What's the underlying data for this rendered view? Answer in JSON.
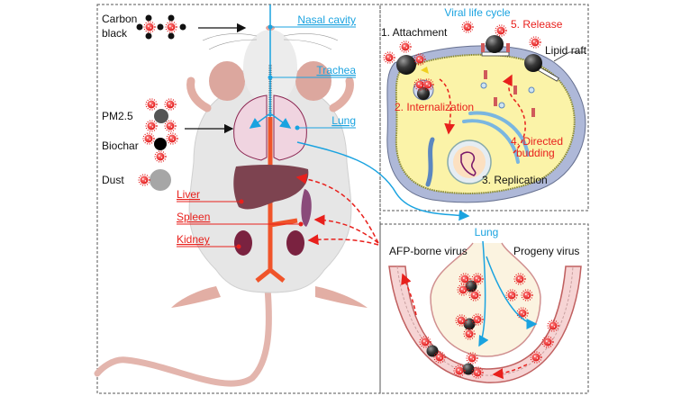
{
  "colors": {
    "blue": "#1aa3e0",
    "red": "#e8201c",
    "text": "#111111",
    "mouse_body": "#e6e6e6",
    "cell_cytoplasm": "#fbf3a8",
    "cell_membrane": "#aeb8d8",
    "vessel": "#f6d4d4"
  },
  "left_panel": {
    "particles": [
      {
        "label_line1": "Carbon",
        "label_line2": "black",
        "icon": "carbon-black-cluster-icon"
      },
      {
        "label_line1": "PM2.5",
        "icon": "pm25-particle-icon"
      },
      {
        "label_line1": "Biochar",
        "icon": "biochar-particle-icon"
      },
      {
        "label_line1": "Dust",
        "icon": "dust-particle-icon"
      }
    ],
    "airway_labels": {
      "nasal": "Nasal cavity",
      "trachea": "Trachea",
      "lung": "Lung"
    },
    "organ_labels": {
      "liver": "Liver",
      "spleen": "Spleen",
      "kidney": "Kidney"
    }
  },
  "top_right_panel": {
    "title": "Viral life cycle",
    "steps": {
      "s1": "1. Attachment",
      "s2": "2. Internalization",
      "s3": "3. Replication",
      "s4a": "4. Directed",
      "s4b": "budding",
      "s5": "5. Release"
    },
    "lipid_raft": "Lipid raft"
  },
  "bottom_right_panel": {
    "title": "Lung",
    "left_label": "AFP-borne virus",
    "right_label": "Progeny virus"
  }
}
